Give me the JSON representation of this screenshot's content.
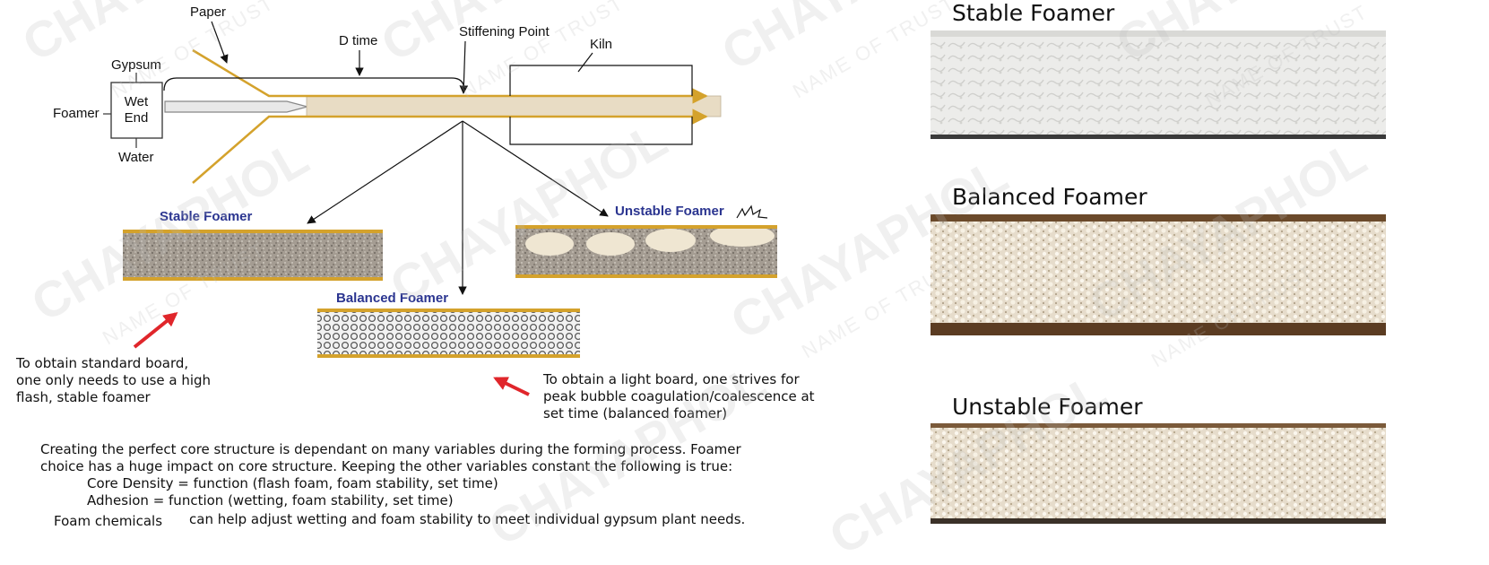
{
  "process": {
    "paper": "Paper",
    "gypsum": "Gypsum",
    "wet": "Wet",
    "end": "End",
    "foamer": "Foamer",
    "water": "Water",
    "d_time": "D time",
    "stiffening_point": "Stiffening Point",
    "kiln": "Kiln"
  },
  "boards": {
    "stable": "Stable Foamer",
    "balanced": "Balanced Foamer",
    "unstable": "Unstable Foamer"
  },
  "notes": {
    "standard": [
      "To obtain standard board,",
      "one only needs to use a high",
      "flash, stable foamer"
    ],
    "light": [
      "To obtain a light board, one strives for",
      "peak bubble coagulation/coalescence at",
      "set time (balanced foamer)"
    ]
  },
  "body_text": {
    "line1": "Creating the perfect core structure is dependant on many variables during the forming process.  Foamer",
    "line2": "choice has a huge impact on core structure.  Keeping the other variables constant the following is true:",
    "line3": "Core Density = function (flash foam, foam stability, set time)",
    "line4": "Adhesion = function (wetting, foam stability, set time)",
    "line5_a": "Foam chemicals",
    "line5_b": "can help adjust wetting and foam stability to meet individual gypsum plant needs."
  },
  "photos": {
    "stable": "Stable Foamer",
    "balanced": "Balanced Foamer",
    "unstable": "Unstable Foamer"
  },
  "watermark": {
    "name": "CHAYAPHOL",
    "tagline": "NAME OF TRUST"
  },
  "colors": {
    "paper_line": "#d4a22c",
    "title_blue": "#2b3590",
    "arrow_red": "#e0262b",
    "core_beige": "#e8dcc4"
  }
}
